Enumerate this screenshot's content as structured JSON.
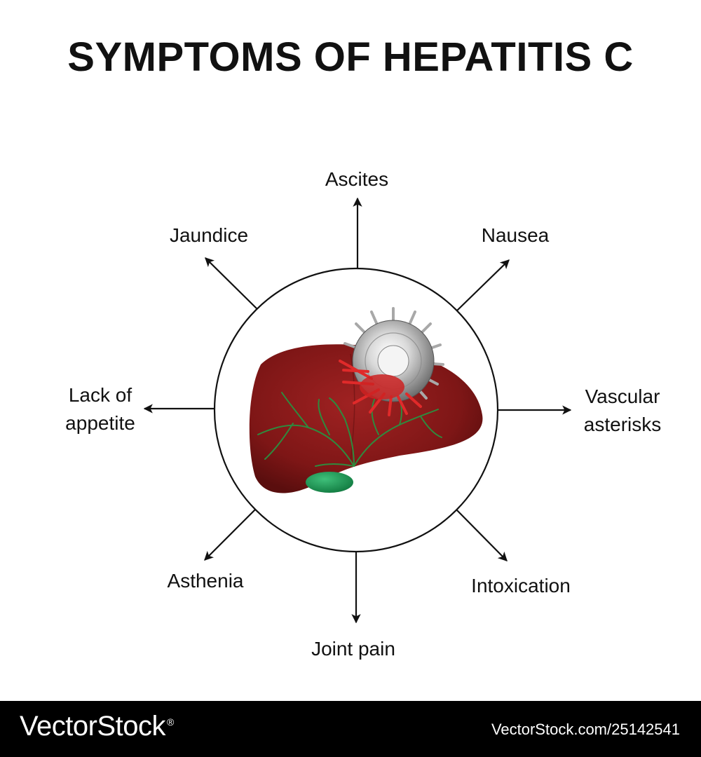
{
  "title": "SYMPTOMS OF HEPATITIS C",
  "symptoms": {
    "top": "Ascites",
    "top_right": "Nausea",
    "right": "Vascular asterisks",
    "bottom_right": "Intoxication",
    "bottom": "Joint pain",
    "bottom_left": "Asthenia",
    "left": "Lack of appetite",
    "top_left": "Jaundice"
  },
  "icons": {
    "center": "liver-with-virus-icon",
    "arrow": "arrow-icon"
  },
  "colors": {
    "liver": "#8b1a1a",
    "bile_ducts": "#2e8b3e",
    "gallbladder": "#1f9a5a",
    "virus": "#c8c8c8",
    "virus_spikes_on_liver": "#e02a2a",
    "footer": "#000000"
  },
  "footer": {
    "brand": "VectorStock",
    "brand_mark": "®",
    "image_ref": "VectorStock.com/25142541"
  }
}
